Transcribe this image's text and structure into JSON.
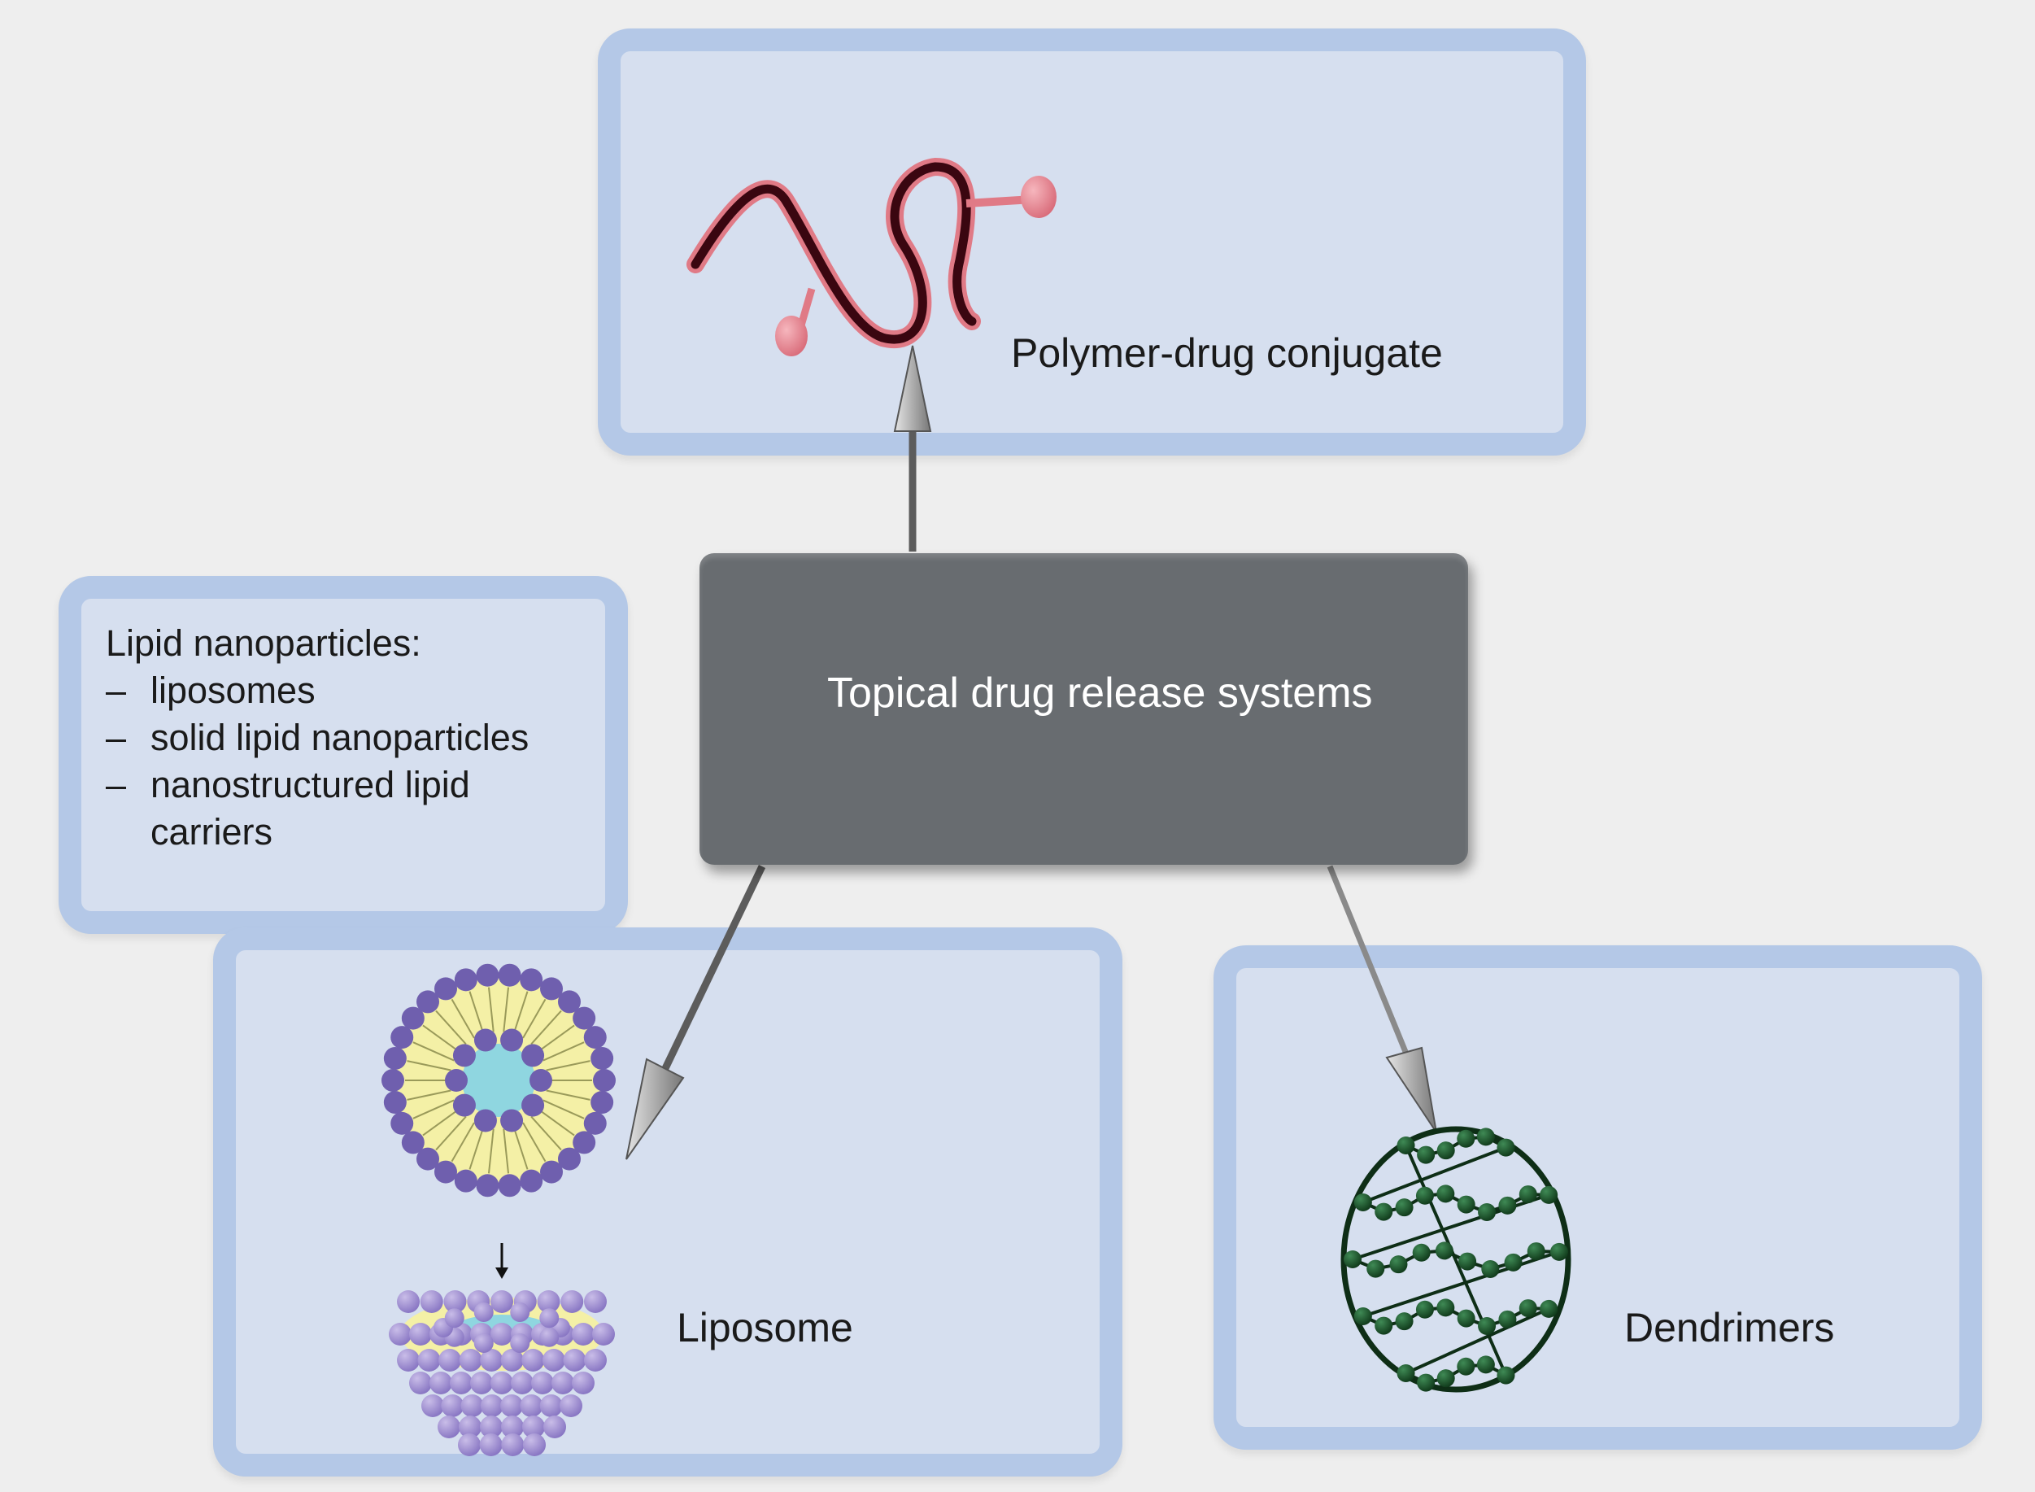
{
  "center": {
    "label": "Topical drug release systems"
  },
  "polymer": {
    "label": "Polymer-drug conjugate"
  },
  "lipid_nanoparticles": {
    "heading": "Lipid nanoparticles:",
    "bullet": "–",
    "items": [
      "liposomes",
      "solid lipid nanoparticles",
      "nanostructured lipid",
      "carriers"
    ]
  },
  "liposome": {
    "label": "Liposome"
  },
  "dendrimers": {
    "label": "Dendrimers"
  },
  "colors": {
    "background": "#eeeeee",
    "box_fill": "#d6dfef",
    "box_border": "#b4c8e7",
    "center_fill": "#686c70",
    "polymer_chain": "#4a0a14",
    "drug_ball": "#e88a95",
    "liposome_head": "#6f5fae",
    "liposome_tail": "#f4f0a6",
    "liposome_core": "#8fd6e0",
    "fullerene": "#1f5a2f"
  }
}
